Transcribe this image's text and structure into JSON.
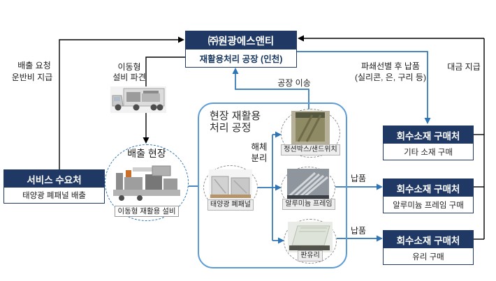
{
  "wonkwang_box": {
    "title": "㈜원광에스앤티",
    "subtitle": "재활용처리 공장 (인천)"
  },
  "service_box": {
    "title": "서비스 수요처",
    "subtitle": "태양광 폐패널 배출"
  },
  "site_circle": {
    "title": "배출 현장",
    "equipment": "이동형 재활용 설비"
  },
  "process_box": {
    "title_line1": "현장 재활용",
    "title_line2": "처리 공정",
    "dismantle_line1": "해체",
    "dismantle_line2": "분리",
    "items": {
      "junction": "정션박스/샌드위치",
      "panel": "태양광 폐패널",
      "aluminum": "알루미늄 프레임",
      "glass": "판유리"
    }
  },
  "buyers": [
    {
      "title": "회수소재 구매처",
      "subtitle": "기타 소재 구매"
    },
    {
      "title": "회수소재 구매처",
      "subtitle": "알루미늄 프레임 구매"
    },
    {
      "title": "회수소재 구매처",
      "subtitle": "유리 구매"
    }
  ],
  "flow_labels": {
    "discharge_request": "배출 요청",
    "transport_fee": "운반비 지급",
    "dispatch_line1": "이동형",
    "dispatch_line2": "설비 파견",
    "factory_transfer": "공장 이송",
    "crush_delivery_line1": "파쇄선별 후 납품",
    "crush_delivery_line2": "(실리콘, 은, 구리 등)",
    "payment": "대금 지급",
    "delivery_aluminum": "납품",
    "delivery_glass": "납품"
  },
  "colors": {
    "navy": "#1f3864",
    "flow_blue": "#2e75b6",
    "process_border": "#5b9bd5"
  }
}
